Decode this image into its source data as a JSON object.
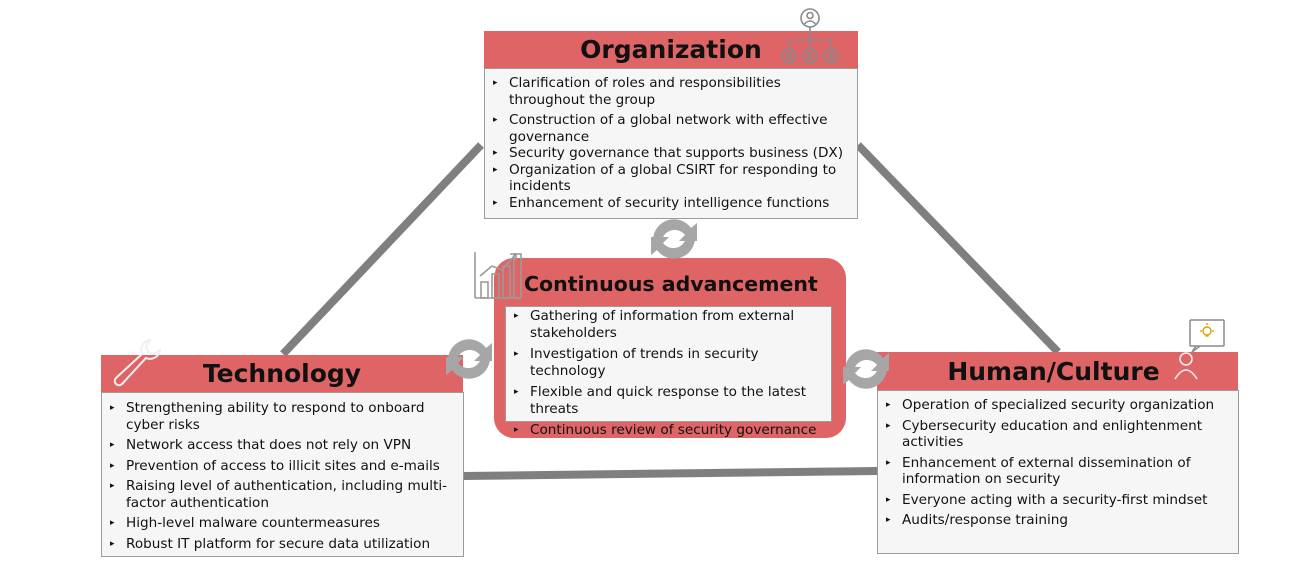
{
  "organization": {
    "title": "Organization",
    "items": [
      "Clarification of roles and responsibilities throughout the group",
      "Construction of a global network with effective governance",
      "Security governance that supports business (DX)",
      "Organization of a global CSIRT for responding to incidents",
      "Enhancement of security intelligence functions"
    ],
    "icon": "org-chart-icon"
  },
  "continuous": {
    "title": "Continuous advancement",
    "items": [
      "Gathering of information from external stakeholders",
      "Investigation of trends in security technology",
      "Flexible and quick response to the latest threats",
      "Continuous review of security governance"
    ],
    "icon": "growth-chart-icon"
  },
  "technology": {
    "title": "Technology",
    "items": [
      "Strengthening ability to respond to onboard cyber risks",
      "Network access that does not rely on VPN",
      "Prevention of access to illicit sites and e-mails",
      "Raising level of authentication, including multi-factor authentication",
      "High-level malware countermeasures",
      "Robust IT platform for secure data utilization"
    ],
    "icon": "wrench-icon"
  },
  "human": {
    "title": "Human/Culture",
    "items": [
      "Operation of specialized security organization",
      "Cybersecurity education and enlightenment activities",
      "Enhancement of external dissemination of information on security",
      "Everyone acting with a security-first mindset",
      "Audits/response training"
    ],
    "icon": "person-idea-icon"
  },
  "colors": {
    "header": "#de6466",
    "box": "#f6f6f6",
    "connector": "#7f7f7f",
    "cycle": "#a6a6a6"
  }
}
